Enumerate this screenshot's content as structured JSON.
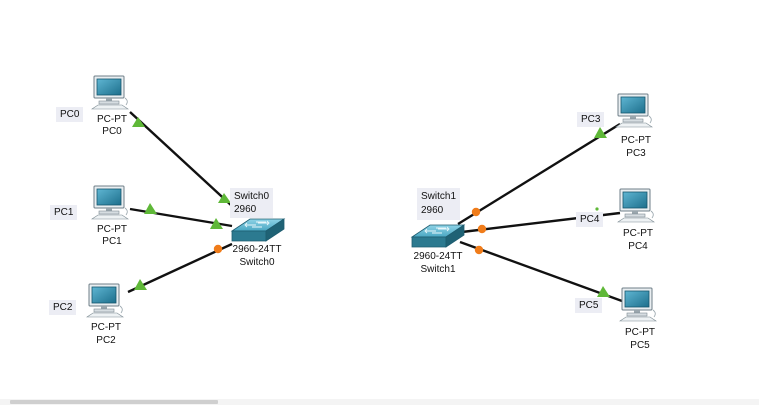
{
  "colors": {
    "link": "#111111",
    "link_up": "#5fb838",
    "link_down": "#f07c1a",
    "tag_bg": "#ecedf4",
    "switch_body": "#2c7a90",
    "pc_screen": "#1d6f8c"
  },
  "devices": {
    "pc0": {
      "icon": "desktop-pc-icon",
      "tag": "PC0",
      "model": "PC-PT",
      "name": "PC0"
    },
    "pc1": {
      "icon": "desktop-pc-icon",
      "tag": "PC1",
      "model": "PC-PT",
      "name": "PC1"
    },
    "pc2": {
      "icon": "desktop-pc-icon",
      "tag": "PC2",
      "model": "PC-PT",
      "name": "PC2"
    },
    "pc3": {
      "icon": "desktop-pc-icon",
      "tag": "PC3",
      "model": "PC-PT",
      "name": "PC3"
    },
    "pc4": {
      "icon": "desktop-pc-icon",
      "tag": "PC4",
      "model": "PC-PT",
      "name": "PC4"
    },
    "pc5": {
      "icon": "desktop-pc-icon",
      "tag": "PC5",
      "model": "PC-PT",
      "name": "PC5"
    },
    "switch0": {
      "icon": "switch-icon",
      "tag_name": "Switch0",
      "tag_model": "2960",
      "model": "2960-24TT",
      "name": "Switch0"
    },
    "switch1": {
      "icon": "switch-icon",
      "tag_name": "Switch1",
      "tag_model": "2960",
      "model": "2960-24TT",
      "name": "Switch1"
    }
  }
}
